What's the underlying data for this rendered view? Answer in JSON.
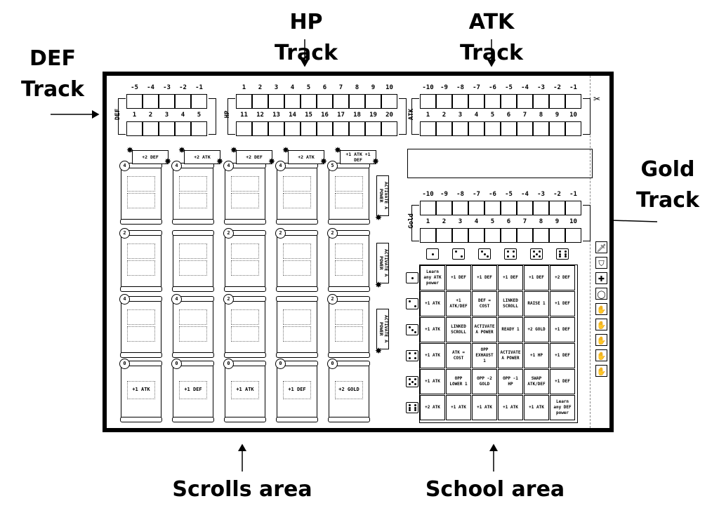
{
  "callouts": {
    "hp": "HP Track",
    "atk": "ATK Track",
    "def_line1": "DEF",
    "def_line2": "Track",
    "gold_line1": "Gold",
    "gold_line2": "Track",
    "scrolls": "Scrolls area",
    "school": "School area"
  },
  "tracks": {
    "def": {
      "label": "DEF",
      "top_numbers": [
        "-5",
        "-4",
        "-3",
        "-2",
        "-1"
      ],
      "bottom_numbers": [
        "1",
        "2",
        "3",
        "4",
        "5"
      ]
    },
    "hp": {
      "label": "HP",
      "top_numbers": [
        "1",
        "2",
        "3",
        "4",
        "5",
        "6",
        "7",
        "8",
        "9",
        "10"
      ],
      "bottom_numbers": [
        "11",
        "12",
        "13",
        "14",
        "15",
        "16",
        "17",
        "18",
        "19",
        "20"
      ]
    },
    "atk": {
      "label": "ATK",
      "top_numbers": [
        "-10",
        "-9",
        "-8",
        "-7",
        "-6",
        "-5",
        "-4",
        "-3",
        "-2",
        "-1"
      ],
      "bottom_numbers": [
        "1",
        "2",
        "3",
        "4",
        "5",
        "6",
        "7",
        "8",
        "9",
        "10"
      ]
    },
    "gold": {
      "label": "Gold",
      "top_numbers": [
        "-10",
        "-9",
        "-8",
        "-7",
        "-6",
        "-5",
        "-4",
        "-3",
        "-2",
        "-1"
      ],
      "bottom_numbers": [
        "1",
        "2",
        "3",
        "4",
        "5",
        "6",
        "7",
        "8",
        "9",
        "10"
      ]
    }
  },
  "scroll_rows": [
    {
      "bonuses": [
        "+2 DEF",
        "+2 ATK",
        "+2 DEF",
        "+2 ATK",
        "+1 ATK +1 DEF"
      ],
      "badges": [
        "4",
        "4",
        "4",
        "4",
        "5"
      ],
      "texts": [
        "",
        "",
        "",
        "",
        ""
      ],
      "action": "ACTIVATE A POWER"
    },
    {
      "bonuses": [],
      "badges": [
        "2",
        "",
        "2",
        "2",
        "2"
      ],
      "texts": [
        "",
        "",
        "",
        "",
        ""
      ],
      "action": "ACTIVATE A POWER"
    },
    {
      "bonuses": [],
      "badges": [
        "4",
        "4",
        "2",
        "",
        "2"
      ],
      "texts": [
        "",
        "",
        "",
        "",
        ""
      ],
      "action": "ACTIVATE A POWER"
    },
    {
      "bonuses": [],
      "badges": [
        "0",
        "0",
        "0",
        "0",
        "0"
      ],
      "texts": [
        "+1 ATK",
        "+1 DEF",
        "+1 ATK",
        "+1 DEF",
        "+2 GOLD"
      ],
      "action": ""
    }
  ],
  "school": {
    "grid": [
      [
        "Learn any ATK power",
        "+1 DEF",
        "+1 DEF",
        "+1 DEF",
        "+1 DEF",
        "+2 DEF"
      ],
      [
        "+1 ATK",
        "+1 ATK/DEF",
        "DEF = COST",
        "LINKED SCROLL",
        "RAISE 1",
        "+1 DEF"
      ],
      [
        "+1 ATK",
        "LINKED SCROLL",
        "ACTIVATE A POWER",
        "READY 1",
        "+2 GOLD",
        "+1 DEF"
      ],
      [
        "+1 ATK",
        "ATK = COST",
        "OPP EXHAUST 1",
        "ACTIVATE A POWER",
        "+1 HP",
        "+1 DEF"
      ],
      [
        "+1 ATK",
        "OPP LOWER 1",
        "OPP -2 GOLD",
        "OPP -1 HP",
        "SWAP ATK/DEF",
        "+1 DEF"
      ],
      [
        "+2 ATK",
        "+1 ATK",
        "+1 ATK",
        "+1 ATK",
        "+1 ATK",
        "Learn any DEF power"
      ]
    ],
    "dice_faces": [
      1,
      2,
      3,
      4,
      5,
      6
    ],
    "side_icons": [
      "sword-icon",
      "shield-icon",
      "cross-icon",
      "circle-icon",
      "hand-icon",
      "hand-icon",
      "hand-icon",
      "hand-icon",
      "hand-icon"
    ]
  },
  "colors": {
    "ink": "#000000",
    "paper": "#ffffff",
    "burst": "#000000"
  }
}
